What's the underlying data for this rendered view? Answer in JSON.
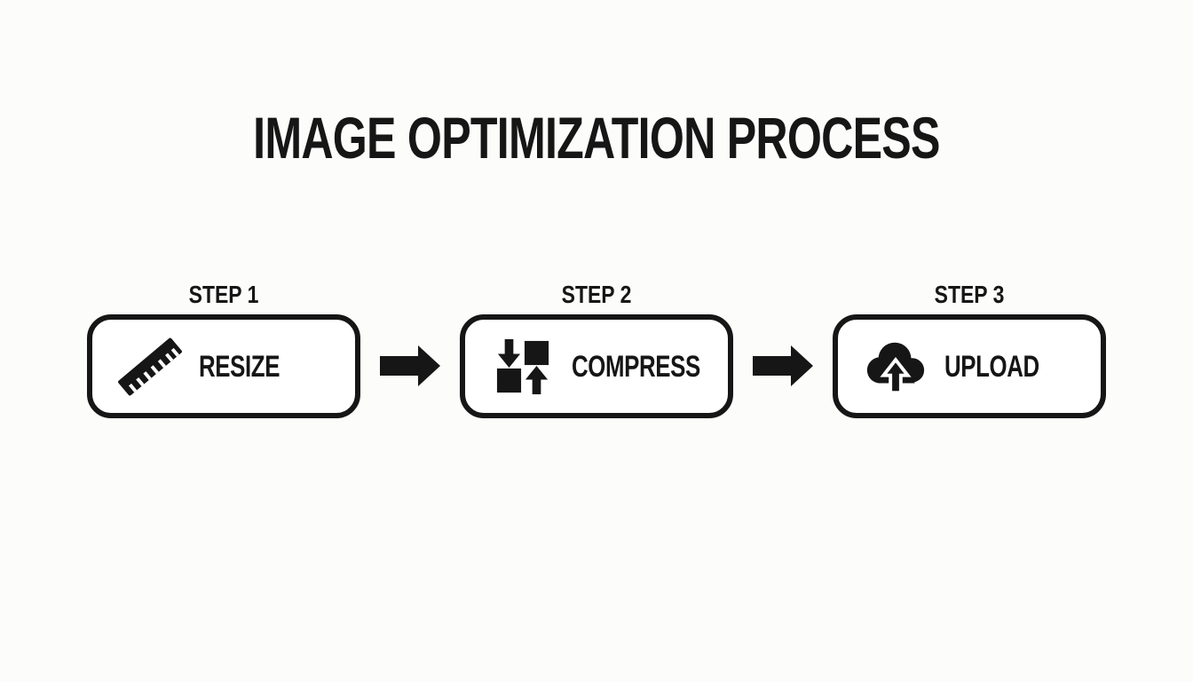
{
  "title": "IMAGE OPTIMIZATION PROCESS",
  "colors": {
    "background": "#fcfcfb",
    "ink": "#161616"
  },
  "steps": [
    {
      "label": "STEP 1",
      "name": "RESIZE",
      "icon": "ruler-icon"
    },
    {
      "label": "STEP 2",
      "name": "COMPRESS",
      "icon": "compress-icon"
    },
    {
      "label": "STEP 3",
      "name": "UPLOAD",
      "icon": "cloud-upload-icon"
    }
  ],
  "connectors": [
    {
      "type": "arrow-right"
    },
    {
      "type": "arrow-right"
    }
  ]
}
